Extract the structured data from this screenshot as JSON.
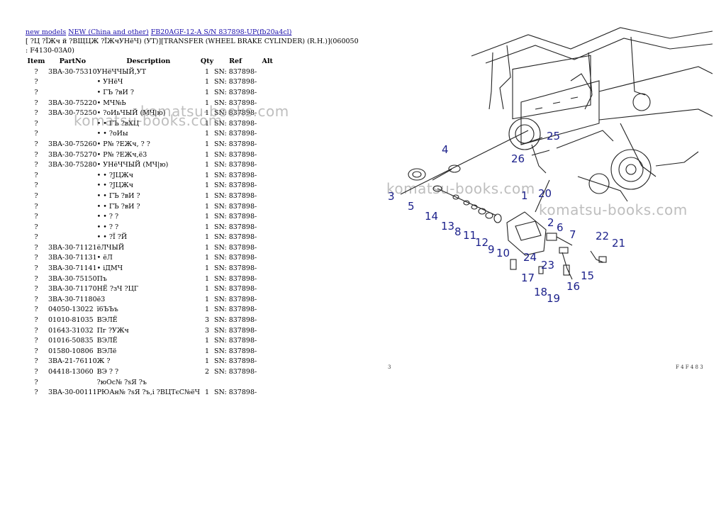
{
  "breadcrumbs": [
    {
      "label": "new models"
    },
    {
      "label": "NEW (China and other)"
    },
    {
      "label": "FB20AGF-12-A S/N 837898-UP(fb20a4cl)"
    }
  ],
  "title": "[ ?Ц ?ЇЖч й ?ВЩЦЖ ?ЇЖчУНёЧ) (УТ)][TRANSFER (WHEEL BRAKE CYLINDER) (R.H.)](060050 : F4130-03A0)",
  "table": {
    "headers": [
      "Item",
      "PartNo",
      "Description",
      "Qty",
      "Ref",
      "Alt"
    ],
    "rows": [
      [
        "?",
        "3BA-30-75310",
        "УНёЧЧЫЙ,УТ",
        "1",
        "SN: 837898-",
        ""
      ],
      [
        "?",
        "",
        "• УНёЧ",
        "1",
        "SN: 837898-",
        ""
      ],
      [
        "?",
        "",
        "• ГЪ ?вИ ?",
        "1",
        "SN: 837898-",
        ""
      ],
      [
        "?",
        "3BA-30-75220",
        "• МЧ№Ь",
        "1",
        "SN: 837898-",
        ""
      ],
      [
        "?",
        "3BA-30-75250",
        "• ?оИьЧЫЙ (МЧ|ю)",
        "1",
        "SN: 837898-",
        ""
      ],
      [
        "?",
        "",
        "• • ГЪ ?вХЦ",
        "1",
        "SN: 837898-",
        ""
      ],
      [
        "?",
        "",
        "• • ?оИы",
        "1",
        "SN: 837898-",
        ""
      ],
      [
        "?",
        "3BA-30-75260",
        "• Р№ ?ЕЖч, ? ?",
        "1",
        "SN: 837898-",
        ""
      ],
      [
        "?",
        "3BA-30-75270",
        "• Р№ ?ЕЖч,ё3",
        "1",
        "SN: 837898-",
        ""
      ],
      [
        "?",
        "3BA-30-75280",
        "• УНёЧЧЫЙ (МЧ|ю)",
        "1",
        "SN: 837898-",
        ""
      ],
      [
        "?",
        "",
        "• • ?ЈЦЖч",
        "1",
        "SN: 837898-",
        ""
      ],
      [
        "?",
        "",
        "• • ?ЈЦЖч",
        "1",
        "SN: 837898-",
        ""
      ],
      [
        "?",
        "",
        "• • ГЪ ?вИ ?",
        "1",
        "SN: 837898-",
        ""
      ],
      [
        "?",
        "",
        "• • ГЪ ?вИ ?",
        "1",
        "SN: 837898-",
        ""
      ],
      [
        "?",
        "",
        "• • ? ?",
        "1",
        "SN: 837898-",
        ""
      ],
      [
        "?",
        "",
        "• • ? ?",
        "1",
        "SN: 837898-",
        ""
      ],
      [
        "?",
        "",
        "• • ?Ї ?Й",
        "1",
        "SN: 837898-",
        ""
      ],
      [
        "?",
        "3BA-30-71121",
        "ёЛЧЫЙ",
        "1",
        "SN: 837898-",
        ""
      ],
      [
        "?",
        "3BA-30-71131",
        "• ёЛ",
        "1",
        "SN: 837898-",
        ""
      ],
      [
        "?",
        "3BA-30-71141",
        "• іДМЧ",
        "1",
        "SN: 837898-",
        ""
      ],
      [
        "?",
        "3BA-30-75150",
        "Пъ",
        "1",
        "SN: 837898-",
        ""
      ],
      [
        "?",
        "3BA-30-71170",
        "НЁ ?зЧ ?ЦГ",
        "1",
        "SN: 837898-",
        ""
      ],
      [
        "?",
        "3BA-30-71180",
        "ё3",
        "1",
        "SN: 837898-",
        ""
      ],
      [
        "?",
        "04050-13022",
        "ї6ЪЪъ",
        "1",
        "SN: 837898-",
        ""
      ],
      [
        "?",
        "01010-81035",
        "ВЭЛЁ",
        "3",
        "SN: 837898-",
        ""
      ],
      [
        "?",
        "01643-31032",
        "Пг ?УЖч",
        "3",
        "SN: 837898-",
        ""
      ],
      [
        "?",
        "01016-50835",
        "ВЭЛЁ",
        "1",
        "SN: 837898-",
        ""
      ],
      [
        "?",
        "01580-10806",
        "ВЭЛё",
        "1",
        "SN: 837898-",
        ""
      ],
      [
        "?",
        "3BA-21-76110",
        "Ж ?",
        "1",
        "SN: 837898-",
        ""
      ],
      [
        "?",
        "04418-13060",
        "ВЭ ? ?",
        "2",
        "SN: 837898-",
        ""
      ],
      [
        "?",
        "",
        "?юОс№ ?sЯ ?ъ",
        "",
        "",
        ""
      ],
      [
        "?",
        "3BA-30-00111",
        "РЮАн№ ?sЯ ?ъ,і ?ВЦТєС№ёЧ",
        "1",
        "SN: 837898-",
        ""
      ]
    ]
  },
  "watermarks": [
    "komatsu-books.com",
    "komatsu-books.com",
    "komatsu-books.com",
    "komatsu-books.com"
  ],
  "diagram": {
    "callouts": [
      "1",
      "2",
      "3",
      "4",
      "5",
      "6",
      "7",
      "8",
      "9",
      "10",
      "11",
      "12",
      "13",
      "14",
      "15",
      "16",
      "17",
      "18",
      "19",
      "20",
      "21",
      "22",
      "23",
      "24",
      "25",
      "26"
    ],
    "corner_left": "3",
    "corner_right": "F 4 F 4 8 3"
  }
}
